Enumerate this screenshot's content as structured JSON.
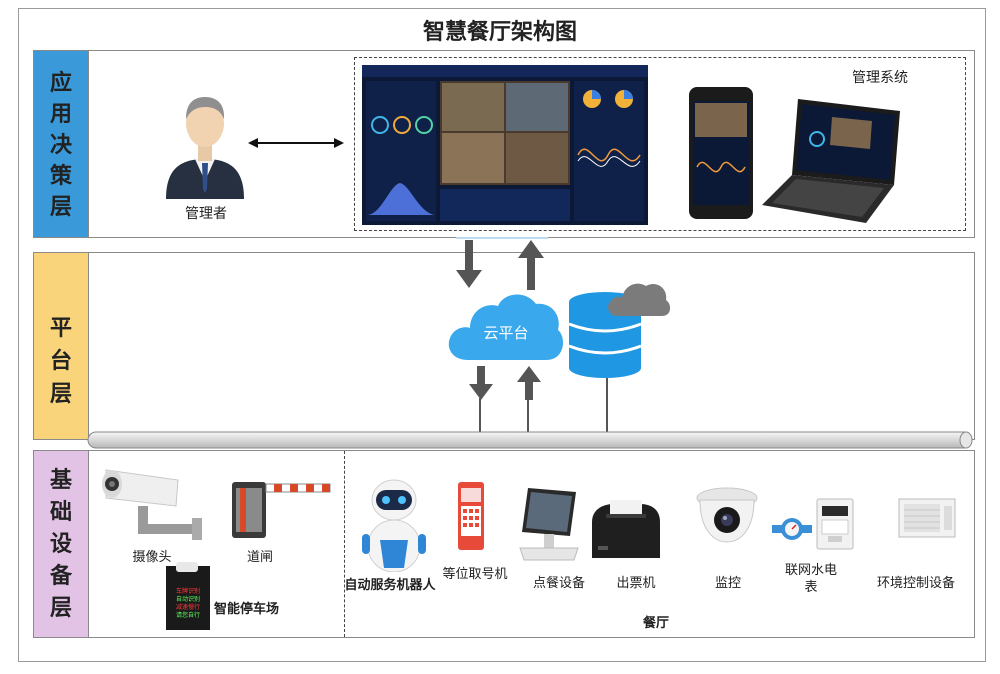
{
  "title": "智慧餐厅架构图",
  "layers": {
    "application": {
      "label": "应用决策层",
      "color": "#3a9ad9"
    },
    "platform": {
      "label": "平台层",
      "color": "#f9d47a"
    },
    "infrastructure": {
      "label": "基础设备层",
      "color": "#e2c3e6"
    }
  },
  "application": {
    "manager_label": "管理者",
    "mgmt_system_label": "管理系统"
  },
  "platform": {
    "cloud_label": "云平台"
  },
  "infrastructure": {
    "parking_group": {
      "camera": "摄像头",
      "barrier": "道闸",
      "parking": "智能停车场",
      "parking_sign_lines": [
        "车牌识别",
        "自动识别",
        "减速慢行",
        "请您自行"
      ]
    },
    "restaurant_group": {
      "robot": "自动服务机器人",
      "queue_machine": "等位取号机",
      "ordering": "点餐设备",
      "ticket_printer": "出票机",
      "monitor": "监控",
      "meter": "联网水电表",
      "env_control": "环境控制设备",
      "group_label": "餐厅"
    }
  }
}
